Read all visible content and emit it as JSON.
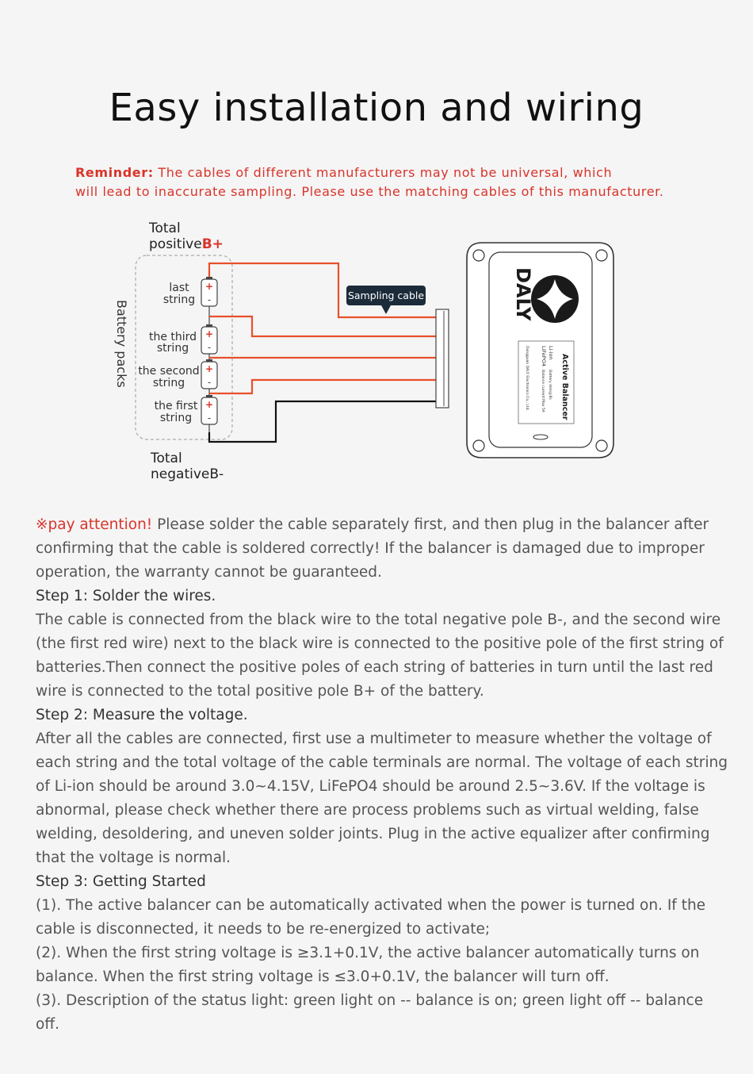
{
  "title": "Easy installation and wiring",
  "reminder": {
    "label": "Reminder:",
    "line1": " The cables of different manufacturers may not be universal, which",
    "line2": "will lead to inaccurate sampling. Please use the matching cables of this manufacturer."
  },
  "diagram": {
    "total_positive_line1": "Total",
    "total_positive_line2": "positive",
    "total_positive_mark": "B+",
    "total_negative_line1": "Total",
    "total_negative_line2": "negativeB-",
    "battery_packs": "Battery packs",
    "strings": [
      {
        "line1": "last",
        "line2": "string"
      },
      {
        "line1": "the third",
        "line2": "string"
      },
      {
        "line1": "the second",
        "line2": "string"
      },
      {
        "line1": "the first",
        "line2": "string"
      }
    ],
    "plus": "+",
    "minus": "-",
    "sampling_cable": "Sampling cable",
    "device": {
      "brand": "DALY",
      "name": "Active Balancer",
      "spec1": "Li-ion",
      "spec1b": "Battery string:8s",
      "spec2": "LiFePO4",
      "spec2b": "Balance current:Max 5A",
      "maker": "Dongguan DALY Electronics Co., Ltd."
    },
    "colors": {
      "red_wire": "#e8502c",
      "black_wire": "#111111",
      "accent": "#d9342a",
      "label_bg": "#1c2b3a"
    }
  },
  "content": {
    "attention_label": "※pay attention!",
    "attention_text": " Please solder the cable separately first, and then plug in the balancer after confirming that the cable is soldered correctly! If the balancer is damaged due to improper operation, the warranty cannot be guaranteed.",
    "step1_title": "Step 1: Solder the wires.",
    "step1_text": "The cable is connected from the black wire to the total negative pole B-, and the second wire (the first red wire) next to the black wire is connected to the positive pole of the first string of batteries.Then connect the positive poles of each string of batteries in turn until the last red wire is connected to the total positive pole B+ of the battery.",
    "step2_title": "Step 2: Measure the voltage.",
    "step2_text": "After all the cables are connected, first use a multimeter to measure whether the voltage of each string and the total voltage of the cable terminals are normal. The voltage of each string of Li-ion should be around 3.0~4.15V, LiFePO4 should be around 2.5~3.6V. If the voltage is abnormal, please check whether there are process problems such as virtual welding, false welding, desoldering, and uneven solder joints. Plug in the active equalizer after confirming that the voltage is normal.",
    "step3_title": "Step 3: Getting Started",
    "step3_item1": "(1). The active balancer can be automatically activated when the power is turned on. If the cable is disconnected, it needs to be re-energized to activate;",
    "step3_item2": "(2). When the first string voltage is ≥3.1+0.1V, the active balancer automatically turns on balance. When the first string voltage is ≤3.0+0.1V, the balancer will turn off.",
    "step3_item3": "(3). Description of the status light: green light on -- balance is on; green light off -- balance off."
  }
}
